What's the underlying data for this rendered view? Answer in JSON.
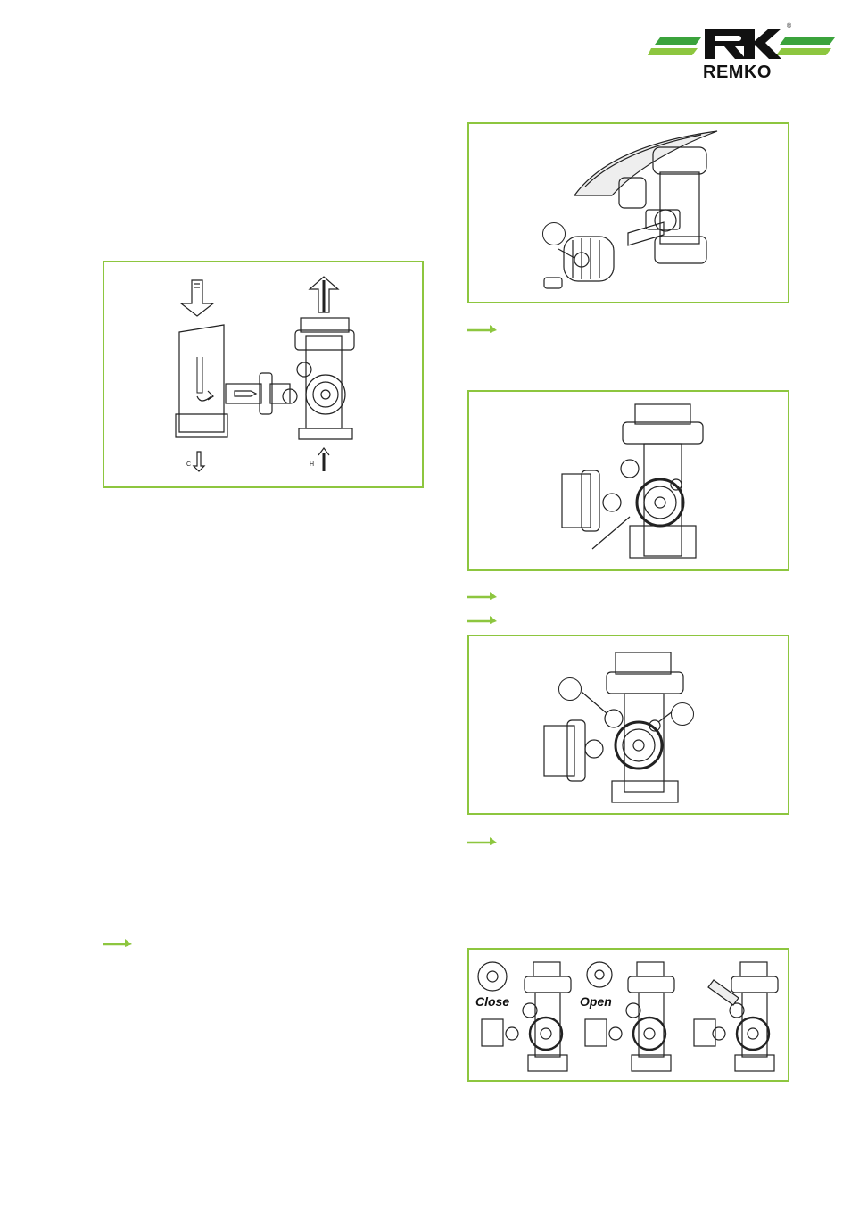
{
  "brand": {
    "name": "REMKO",
    "registered_mark": "®",
    "colors": {
      "accent_green": "#8dc63f",
      "logo_green": "#3ba33c"
    }
  },
  "figures": {
    "flow_diagram": {
      "labels": {
        "cold": "C",
        "hot": "H"
      }
    },
    "valve_steps": {
      "labels": {
        "close": "Close",
        "open": "Open"
      }
    }
  },
  "icons": {
    "step_arrow": "arrow-right-icon",
    "callout": "callout-circle-icon"
  }
}
